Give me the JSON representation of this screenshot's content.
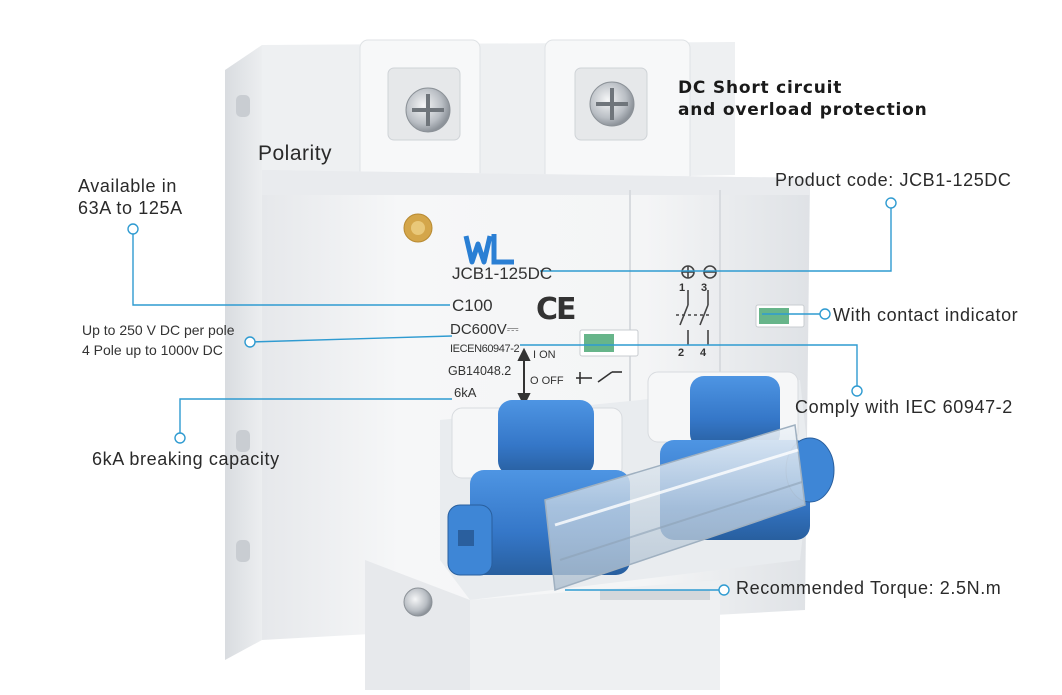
{
  "image": {
    "subject": "two-pole DC miniature circuit breaker with callout annotations",
    "colors": {
      "body": "#f3f4f6",
      "toggle": "#3b7fd0",
      "toggle_dark": "#2a5f9e",
      "window_green": "#67b58a",
      "callout_line": "#2f9bd1",
      "logo": "#2a7fd4",
      "text": "#2a2a2a"
    }
  },
  "callouts": {
    "title_line1": "DC Short circuit",
    "title_line2": "and overload protection",
    "polarity": "Polarity",
    "available_line1": "Available in",
    "available_line2": "63A to 125A",
    "product_code": "Product code: JCB1-125DC",
    "voltage_line1": "Up to 250 V DC per pole",
    "voltage_line2": "4 Pole up to 1000v DC",
    "contact_indicator": "With contact indicator",
    "iec": "Comply with IEC 60947-2",
    "breaking": "6kA breaking capacity",
    "torque": "Recommended  Torque: 2.5N.m"
  },
  "device_label": {
    "model": "JCB1-125DC",
    "rating": "C100",
    "voltage": "DC600V",
    "dc_symbol": "⎓",
    "standard1": "IECEN60947-2",
    "standard2": "GB14048.2",
    "breaking": "6kA",
    "on": "I ON",
    "off": "O OFF",
    "ce": "CE",
    "plus": "+",
    "minus": "−",
    "term1": "1",
    "term3": "3",
    "term2": "2",
    "term4": "4"
  }
}
